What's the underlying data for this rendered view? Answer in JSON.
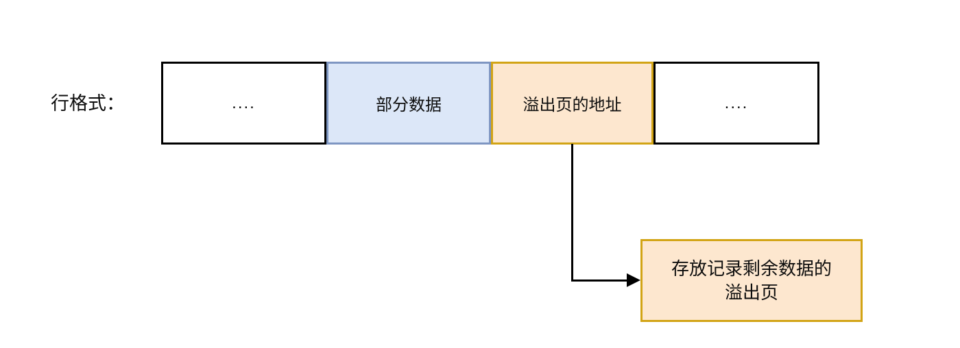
{
  "diagram": {
    "row_label": "行格式：",
    "row_cells": [
      {
        "label": "....",
        "style": "plain"
      },
      {
        "label": "部分数据",
        "style": "blue"
      },
      {
        "label": "溢出页的地址",
        "style": "orange"
      },
      {
        "label": "....",
        "style": "plain"
      }
    ],
    "overflow_box": {
      "line1": "存放记录剩余数据的",
      "line2": "溢出页",
      "full_text": "存放记录剩余数据的溢出页"
    },
    "arrow": {
      "from": "溢出页的地址",
      "to": "存放记录剩余数据的溢出页"
    },
    "colors": {
      "blue_fill": "#dce7f8",
      "blue_border": "#7e96c2",
      "orange_fill": "#fde7cf",
      "orange_border": "#d2a415",
      "plain_border": "#000000",
      "arrow": "#000000",
      "background": "#ffffff"
    }
  }
}
